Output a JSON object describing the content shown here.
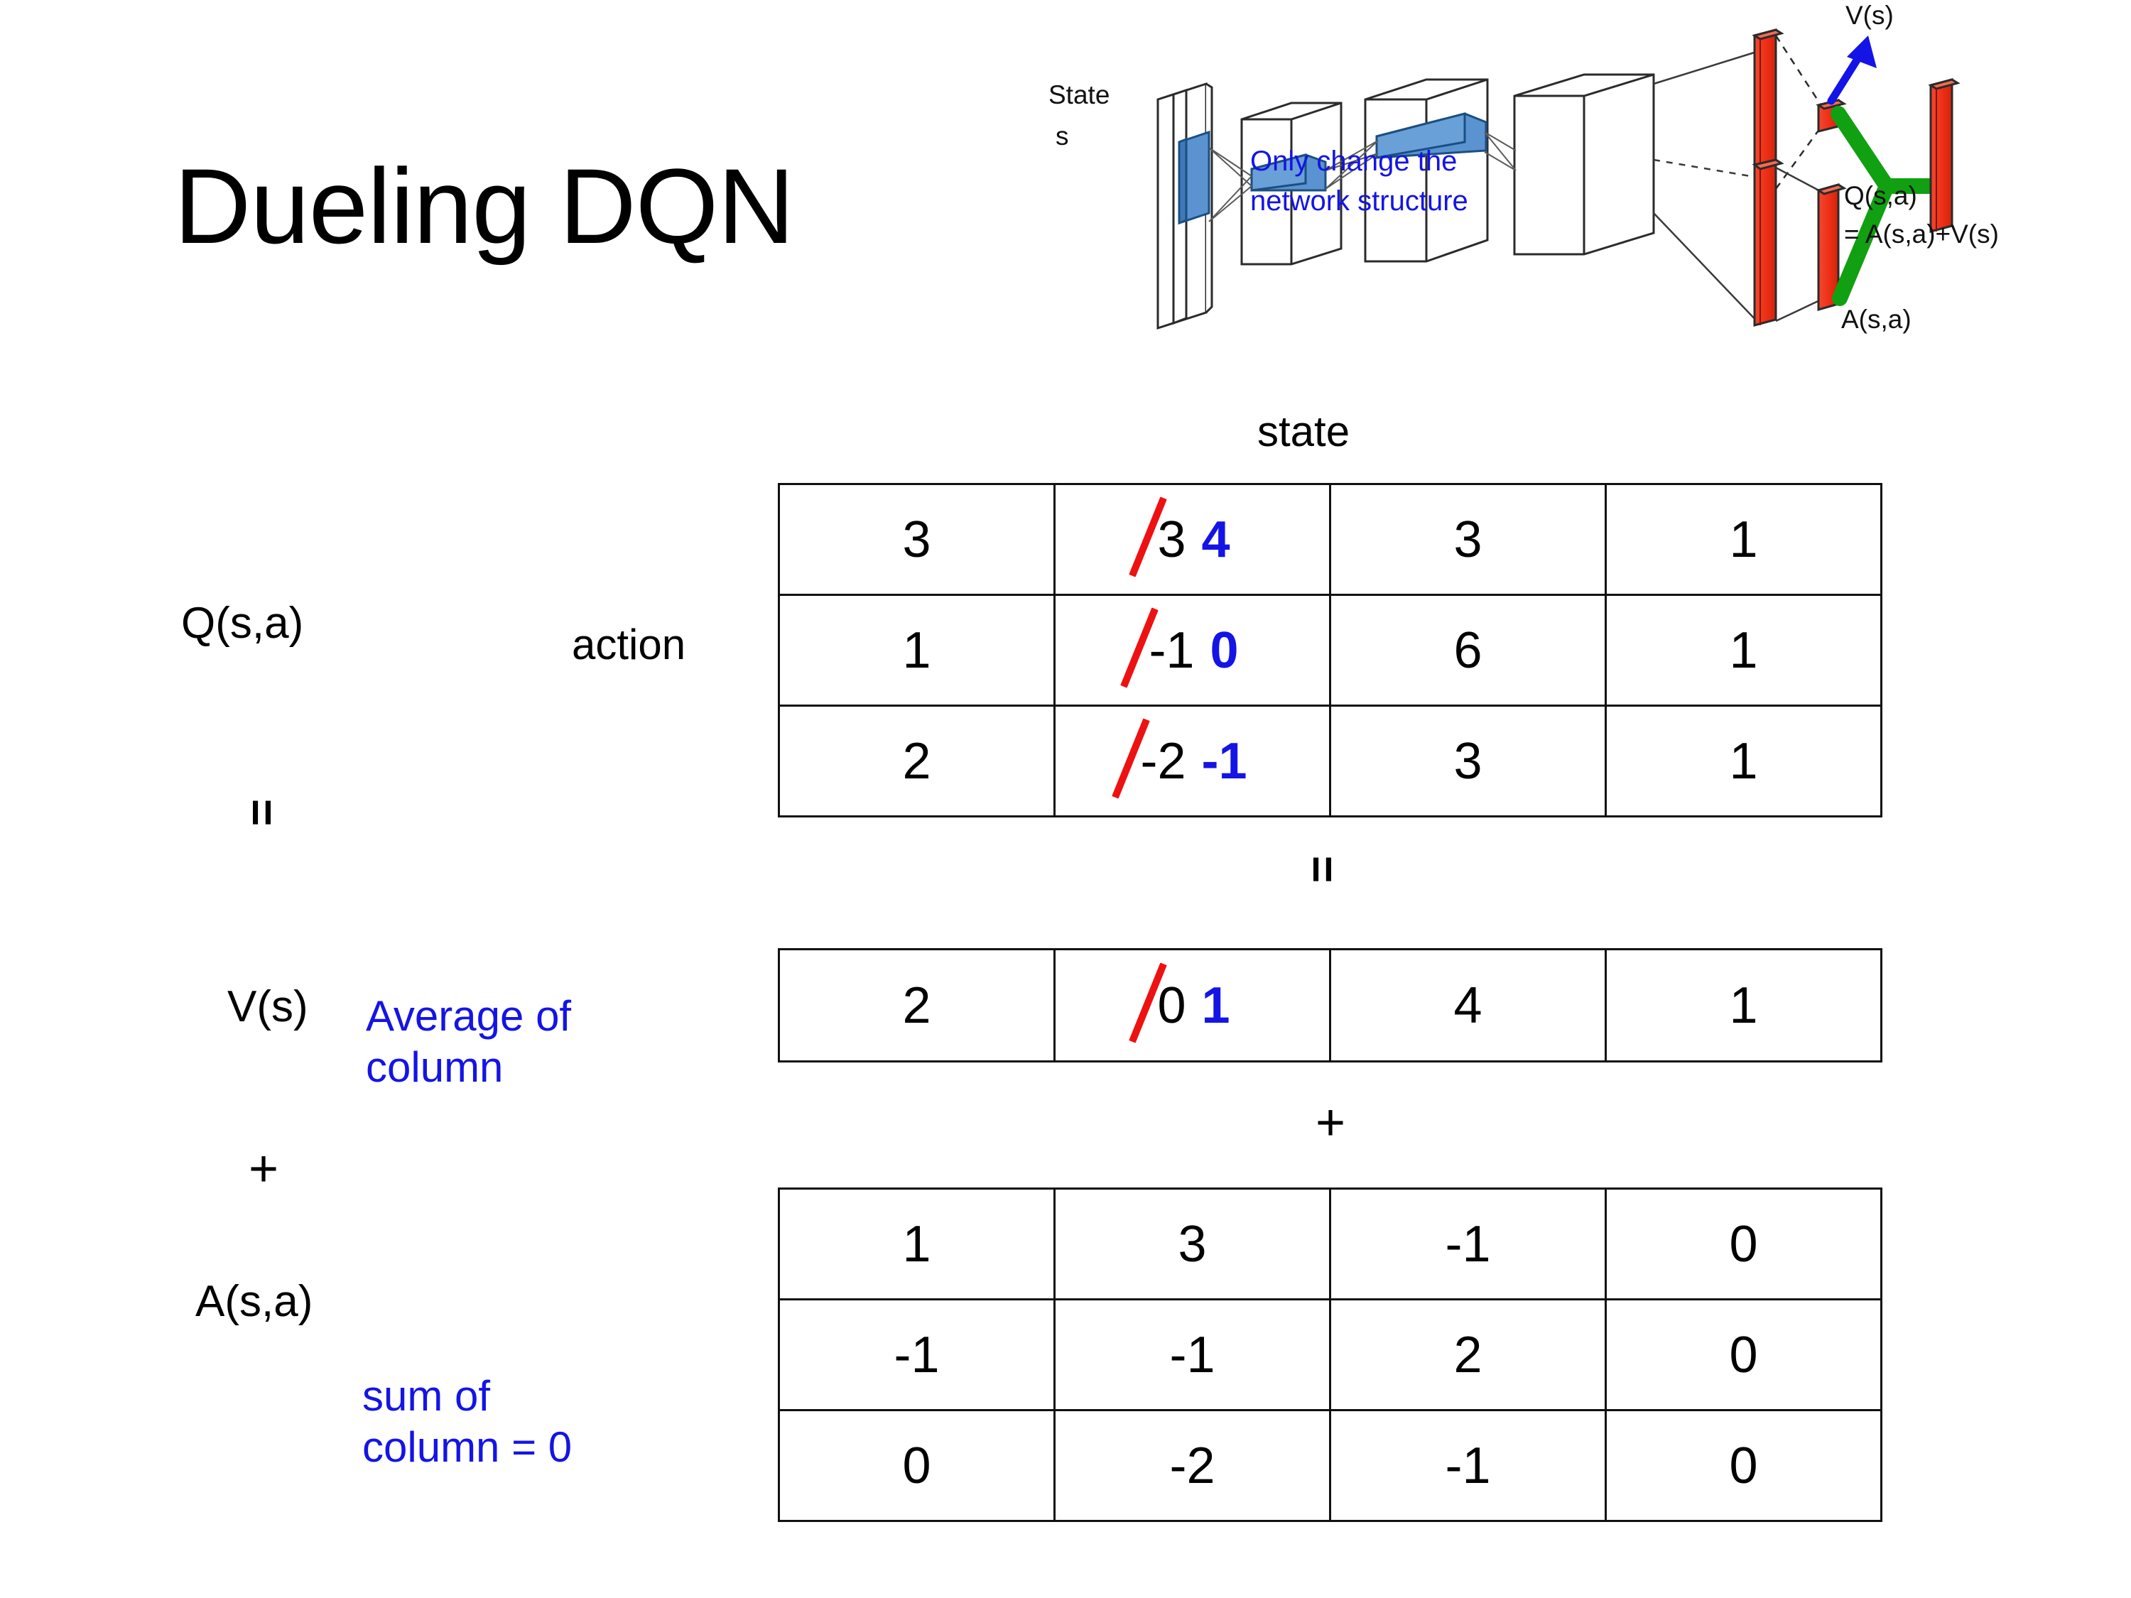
{
  "slide": {
    "title": "Dueling DQN"
  },
  "diagram": {
    "state_label_line1": "State",
    "state_label_line2": "s",
    "note_line1": "Only change the",
    "note_line2": "network structure",
    "value_label": "V(s)",
    "advantage_label": "A(s,a)",
    "q_label_line1": "Q(s,a)",
    "q_label_line2": "= A(s,a)+V(s)",
    "colors": {
      "blue_arrow": "#1414E6",
      "green_link": "#11A011",
      "red_bar": "#EE3322",
      "blue_block": "#5A93D0",
      "note_text": "#1414E6"
    }
  },
  "labels": {
    "q_function": "Q(s,a)",
    "v_function": "V(s)",
    "a_function": "A(s,a)",
    "action_axis": "action",
    "state_axis": "state",
    "equals_left": "=",
    "equals_mid": "=",
    "plus_left": "+",
    "plus_mid": "+",
    "note_average_line1": "Average of",
    "note_average_line2": "column",
    "note_sum_line1": "sum of",
    "note_sum_line2": "column = 0"
  },
  "colors": {
    "strike_red": "#EE1111",
    "highlight_blue": "#1414E6",
    "grid_line": "#111111",
    "text": "#000000"
  },
  "chart_data": {
    "type": "table",
    "title": "Dueling DQN value decomposition",
    "axis_row_label": "action",
    "axis_col_label": "state",
    "tables": [
      {
        "name": "Q(s,a)",
        "rows": 3,
        "cols": 4,
        "cells": [
          [
            {
              "value": "3"
            },
            {
              "value": "3",
              "struck": true,
              "new_value": "4"
            },
            {
              "value": "3"
            },
            {
              "value": "1"
            }
          ],
          [
            {
              "value": "1"
            },
            {
              "value": "-1",
              "struck": true,
              "new_value": "0"
            },
            {
              "value": "6"
            },
            {
              "value": "1"
            }
          ],
          [
            {
              "value": "2"
            },
            {
              "value": "-2",
              "struck": true,
              "new_value": "-1"
            },
            {
              "value": "3"
            },
            {
              "value": "1"
            }
          ]
        ]
      },
      {
        "name": "V(s)",
        "rows": 1,
        "cols": 4,
        "cells": [
          [
            {
              "value": "2"
            },
            {
              "value": "0",
              "struck": true,
              "new_value": "1"
            },
            {
              "value": "4"
            },
            {
              "value": "1"
            }
          ]
        ]
      },
      {
        "name": "A(s,a)",
        "rows": 3,
        "cols": 4,
        "cells": [
          [
            {
              "value": "1"
            },
            {
              "value": "3"
            },
            {
              "value": "-1"
            },
            {
              "value": "0"
            }
          ],
          [
            {
              "value": "-1"
            },
            {
              "value": "-1"
            },
            {
              "value": "2"
            },
            {
              "value": "0"
            }
          ],
          [
            {
              "value": "0"
            },
            {
              "value": "-2"
            },
            {
              "value": "-1"
            },
            {
              "value": "0"
            }
          ]
        ]
      }
    ]
  }
}
